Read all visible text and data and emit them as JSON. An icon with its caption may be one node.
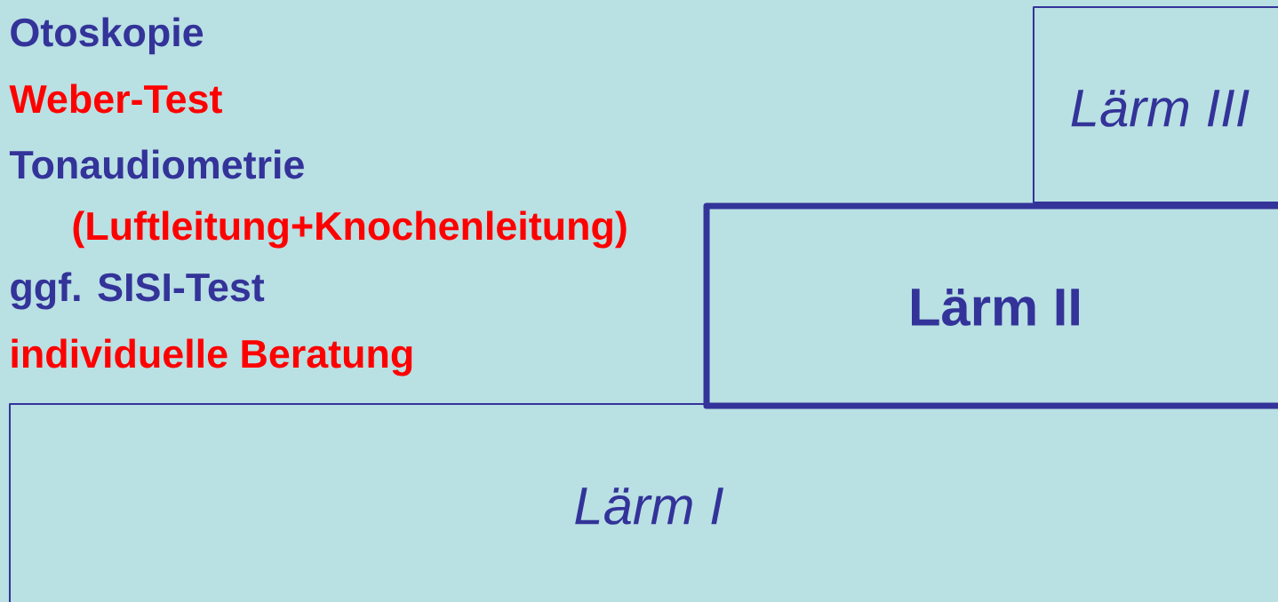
{
  "diagram": {
    "nodes": [
      {
        "text": [
          "Lärm III"
        ]
      },
      {
        "text": [
          "Lärm II"
        ]
      },
      {
        "text": [
          "Lärm I"
        ]
      }
    ],
    "labels": [
      "Otoskopie",
      "Weber-Test",
      "Tonaudiometrie",
      "(Luftleitung+Knochenleitung)",
      "ggf. SISI-Test",
      "individuelle Beratung"
    ]
  }
}
